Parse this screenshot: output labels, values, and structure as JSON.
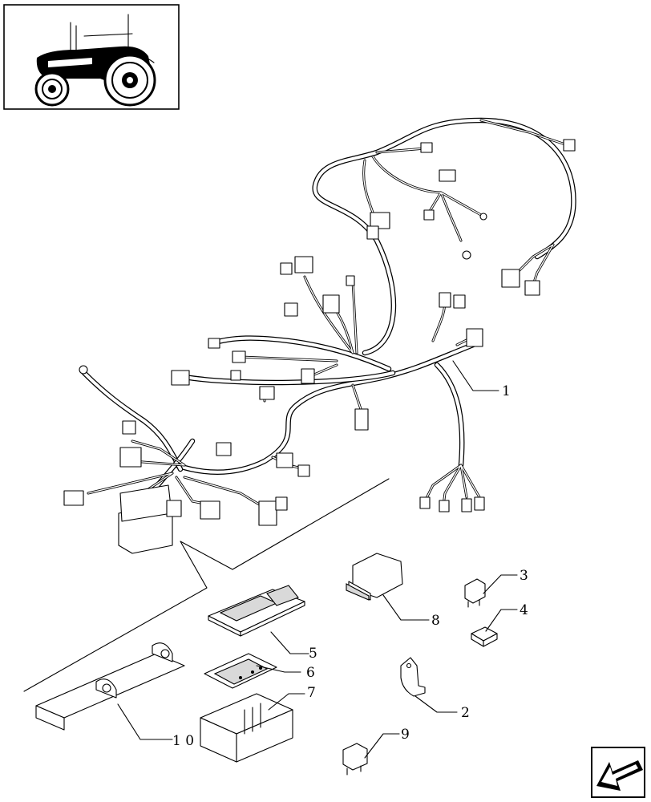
{
  "diagram": {
    "callouts": [
      {
        "id": "1",
        "label": "1"
      },
      {
        "id": "2",
        "label": "2"
      },
      {
        "id": "3",
        "label": "3"
      },
      {
        "id": "4",
        "label": "4"
      },
      {
        "id": "5",
        "label": "5"
      },
      {
        "id": "6",
        "label": "6"
      },
      {
        "id": "7",
        "label": "7"
      },
      {
        "id": "8",
        "label": "8"
      },
      {
        "id": "9",
        "label": "9"
      },
      {
        "id": "10",
        "label": "1 0"
      }
    ],
    "icons": {
      "thumbnail": "tractor-icon",
      "nav": "arrow-down-left-icon"
    }
  }
}
